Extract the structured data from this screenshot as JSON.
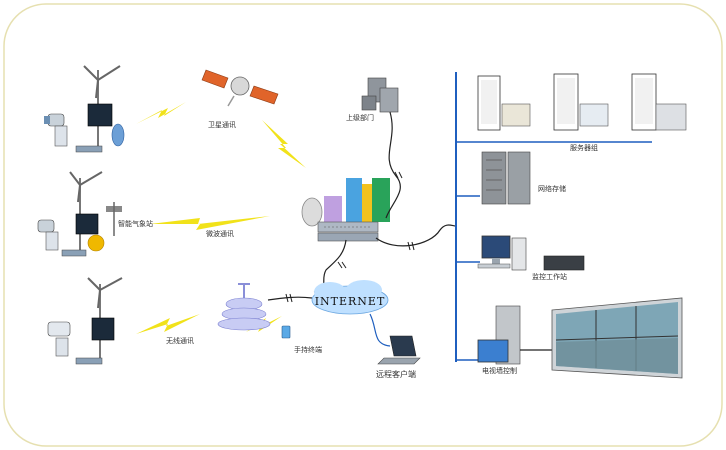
{
  "labels": {
    "satellite": "卫星通讯",
    "microwave": "微波通讯",
    "wireless": "无线通讯",
    "weather_station": "智能气象站",
    "superior_dept": "上级部门",
    "internet": "INTERNET",
    "handheld": "手持终端",
    "remote_client": "远程客户端",
    "server_group": "服务器组",
    "network_storage": "网络存储",
    "monitor_workstation": "监控工作站",
    "tv_wall_control": "电视墙控制"
  },
  "colors": {
    "frame": "#e6e0b0",
    "bus": "#1f5fbf",
    "lightning": "#f1e21a",
    "cloud": "#bfe0ff",
    "cable": "#222222"
  }
}
